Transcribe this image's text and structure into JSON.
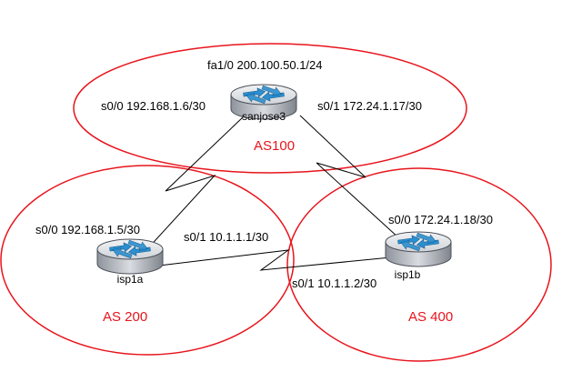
{
  "colors": {
    "as_ellipse": "#e8141c",
    "as_label": "#e8141c",
    "link": "#000000",
    "router_body": "#b8bcc3",
    "router_top": "#e4e6ea",
    "router_arrow": "#2a8fd1"
  },
  "autonomous_systems": {
    "as100": {
      "label": "AS100"
    },
    "as200": {
      "label": "AS 200"
    },
    "as400": {
      "label": "AS 400"
    }
  },
  "routers": {
    "sanjose3": {
      "name": "sanjose3",
      "icon": "router-icon",
      "interfaces": {
        "fa1_0": "fa1/0 200.100.50.1/24",
        "s0_0": "s0/0 192.168.1.6/30",
        "s0_1": "s0/1 172.24.1.17/30"
      }
    },
    "isp1a": {
      "name": "isp1a",
      "icon": "router-icon",
      "interfaces": {
        "s0_0": "s0/0 192.168.1.5/30",
        "s0_1": "s0/1 10.1.1.1/30"
      }
    },
    "isp1b": {
      "name": "isp1b",
      "icon": "router-icon",
      "interfaces": {
        "s0_0": "s0/0 172.24.1.18/30",
        "s0_1": "s0/1 10.1.1.2/30"
      }
    }
  },
  "links": [
    {
      "from": "sanjose3",
      "to": "isp1a",
      "type": "serial"
    },
    {
      "from": "sanjose3",
      "to": "isp1b",
      "type": "serial"
    },
    {
      "from": "isp1a",
      "to": "isp1b",
      "type": "serial"
    }
  ]
}
